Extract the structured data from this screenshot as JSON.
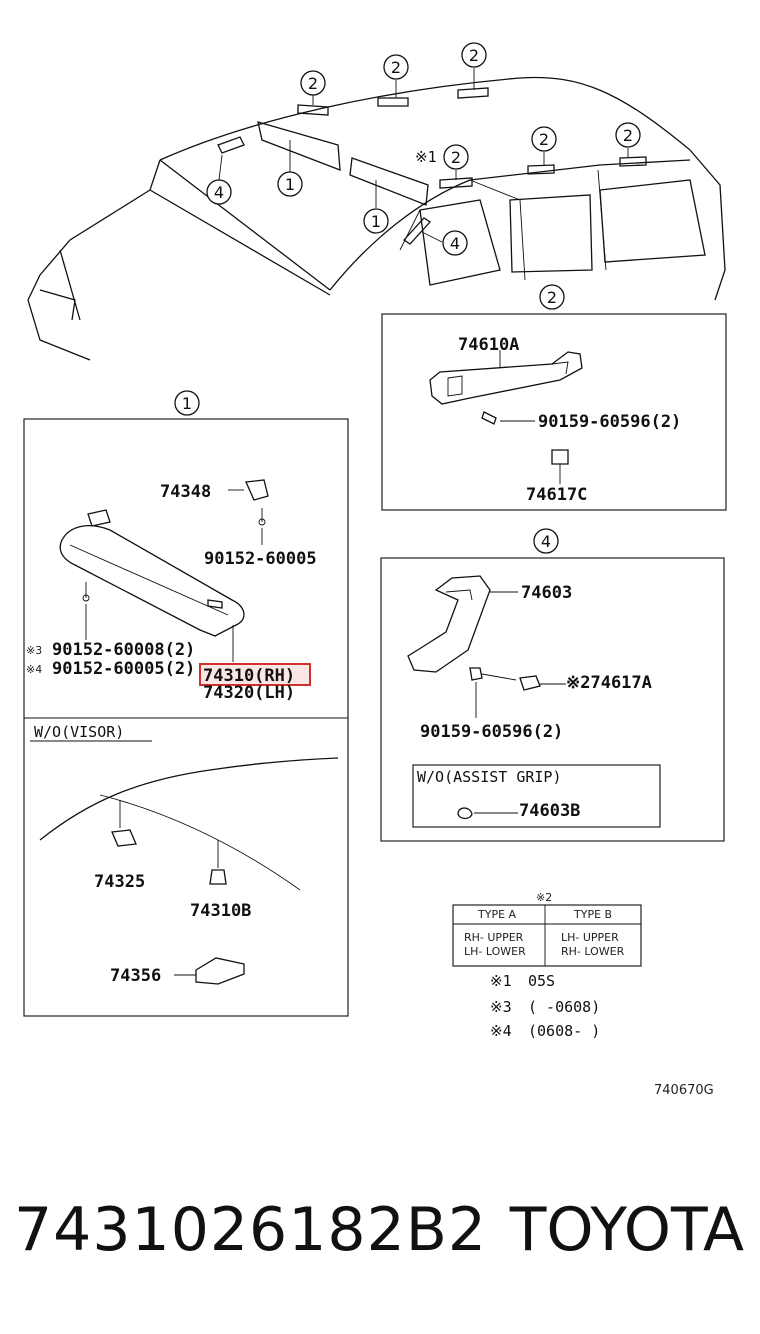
{
  "callouts": {
    "overview": [
      "2",
      "2",
      "2",
      "4",
      "1",
      "1",
      "2",
      "2",
      "2",
      "4"
    ],
    "note1_mark": "※1",
    "section_headers": [
      "2",
      "1",
      "4"
    ],
    "note_header": "※2"
  },
  "section1": {
    "part_74348": "74348",
    "part_90152_60005": "90152-60005",
    "note3_mark": "※3",
    "note4_mark": "※4",
    "part_90152_60008": "90152-60008(2)",
    "part_90152_60005_2": "90152-60005(2)",
    "part_74310_rh": "74310(RH)",
    "part_74320_lh": "74320(LH)"
  },
  "wo_visor": {
    "title": "W/O(VISOR)",
    "part_74325": "74325",
    "part_74310b": "74310B",
    "part_74356": "74356"
  },
  "section2": {
    "part_74610a": "74610A",
    "part_90159_60596": "90159-60596(2)",
    "part_74617c": "74617C"
  },
  "section4": {
    "part_74603": "74603",
    "part_74617a": "※274617A",
    "part_90159_60596": "90159-60596(2)",
    "wo_assist_grip": "W/O(ASSIST GRIP)",
    "part_74603b": "74603B"
  },
  "type_table": {
    "col_a": "TYPE A",
    "col_b": "TYPE B",
    "a_line1": "RH- UPPER",
    "a_line2": "LH- LOWER",
    "b_line1": "LH- UPPER",
    "b_line2": "RH- LOWER"
  },
  "notes": [
    {
      "mark": "※1",
      "text": "05S"
    },
    {
      "mark": "※3",
      "text": "(      -0608)"
    },
    {
      "mark": "※4",
      "text": "(0608-      )"
    }
  ],
  "diagram_code": "740670G",
  "footer": {
    "part_number": "7431026182B2",
    "brand": "TOYOTA"
  },
  "highlight_color": "#d23030"
}
